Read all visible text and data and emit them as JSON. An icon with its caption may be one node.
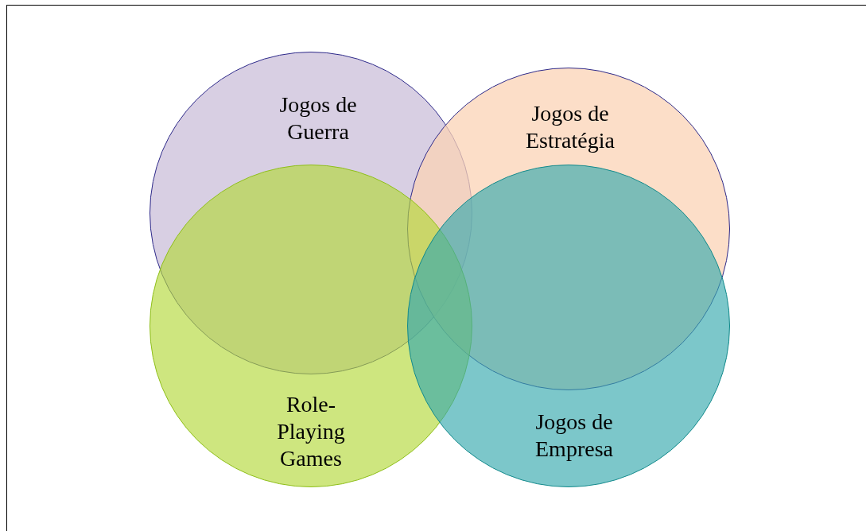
{
  "diagram": {
    "nodes": [
      {
        "text": [
          "Jogos de Guerra"
        ]
      },
      {
        "text": [
          "Jogos de Estratégia"
        ]
      },
      {
        "text": [
          "Role-Playing Games"
        ]
      },
      {
        "text": [
          "Jogos de Empresa"
        ]
      }
    ],
    "edges": []
  }
}
